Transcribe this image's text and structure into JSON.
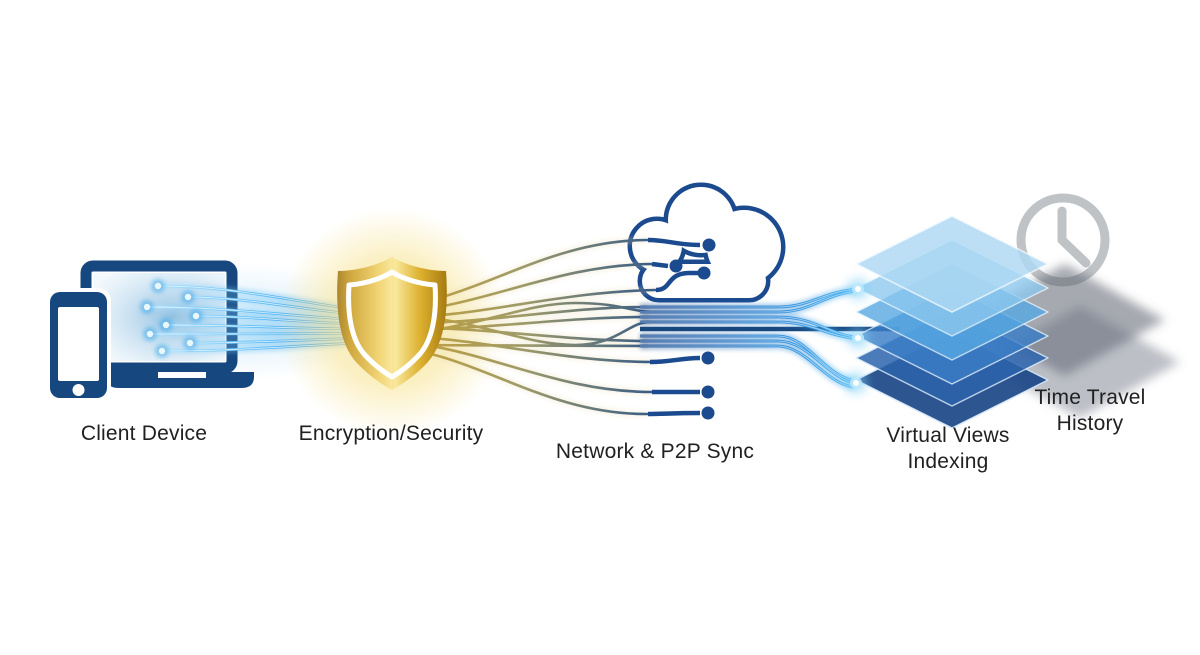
{
  "title": "Data flow architecture diagram",
  "background": "#ffffff",
  "colors": {
    "device_navy": "#17477f",
    "cloud_navy": "#1b4a8f",
    "stream_cyan": "#9fe0ff",
    "stream_blue": "#2a8fe0",
    "stream_bright": "#52bdf6",
    "shield_gold": "#d9ad2c",
    "shield_gold_light": "#f9e89c",
    "glow_gold": "#f7e390",
    "clock_gray": "#b7bbbf",
    "shadow_gray": "#5b6370",
    "layer_top_blue": "#aed9f4",
    "layer_bottom_blue": "#1c4787",
    "label_text": "#212121"
  },
  "nodes": [
    {
      "id": "client-device",
      "label": "Client Device",
      "icon": "laptop-phone-icon"
    },
    {
      "id": "encryption-security",
      "label": "Encryption/Security",
      "icon": "shield-icon"
    },
    {
      "id": "network-p2p-sync",
      "label": "Network & P2P Sync",
      "icon": "cloud-circuit-icon"
    },
    {
      "id": "virtual-views-indexing",
      "label_line1": "Virtual Views",
      "label_line2": "Indexing",
      "icon": "layer-stack-icon"
    },
    {
      "id": "time-travel-history",
      "label_line1": "Time Travel",
      "label_line2": "History",
      "icon": "clock-icon"
    }
  ]
}
